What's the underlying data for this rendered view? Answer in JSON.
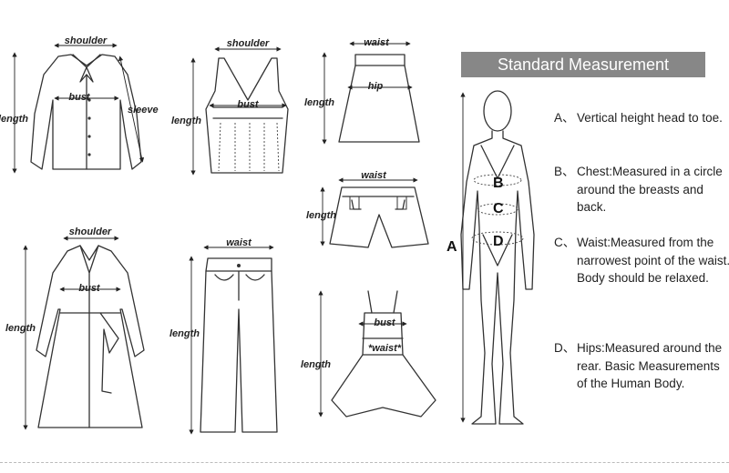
{
  "title": "Standard Measurement",
  "garment_labels": {
    "shoulder": "shoulder",
    "bust": "bust",
    "length": "length",
    "sleeve": "sleeve",
    "waist": "waist",
    "hip": "hip",
    "waist_star": "*waist*"
  },
  "figure_letters": {
    "a": "A",
    "b": "B",
    "c": "C",
    "d": "D"
  },
  "measurements": [
    {
      "key": "A、",
      "text": "Vertical height head to toe."
    },
    {
      "key": "B、",
      "text": "Chest:Measured in a circle around the breasts and back."
    },
    {
      "key": "C、",
      "text": "Waist:Measured from the narrowest point of the waist. Body should be relaxed."
    },
    {
      "key": "D、",
      "text": "Hips:Measured around the rear. Basic Measurements of the Human Body."
    }
  ]
}
